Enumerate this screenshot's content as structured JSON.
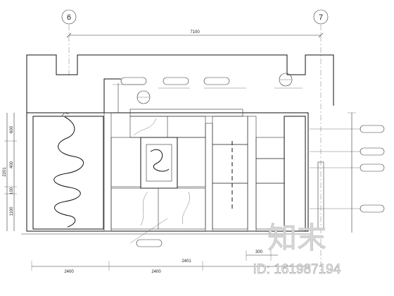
{
  "grid_axes": {
    "left": "6",
    "right": "7"
  },
  "top_dimension": "7100",
  "left_dimensions": [
    "600",
    "400",
    "100",
    "1100"
  ],
  "left_total": "2201",
  "bottom_dimensions": [
    "2400",
    "2400",
    "2401"
  ],
  "bottom_right_dimension": "300",
  "right_callouts": [
    "",
    "",
    "",
    ""
  ],
  "watermark": {
    "logo_text": "知末",
    "id_text": "ID: 161987194"
  }
}
